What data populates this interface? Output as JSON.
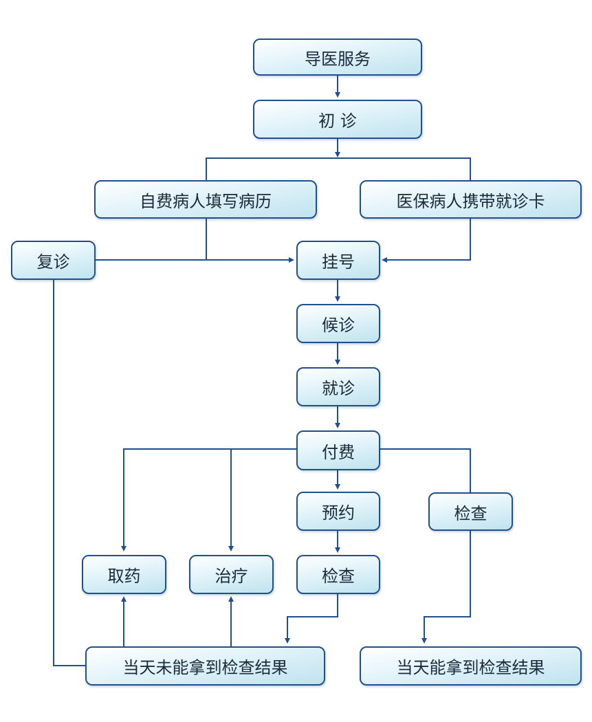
{
  "diagram": {
    "colors": {
      "line": "#1f4f8f",
      "box_border": "#1f4f8f",
      "text": "#1b2a3a"
    },
    "nodes": {
      "guide_service": "导医服务",
      "first_visit": "初 诊",
      "self_pay_patient": "自费病人填写病历",
      "insured_patient": "医保病人携带就诊卡",
      "return_visit": "复诊",
      "registration": "挂号",
      "waiting": "候诊",
      "consultation": "就诊",
      "payment": "付费",
      "appointment": "预约",
      "exam_right": "检查",
      "get_medicine": "取药",
      "treatment": "治疗",
      "exam_center": "检查",
      "results_not_same_day": "当天未能拿到检查结果",
      "results_same_day": "当天能拿到检查结果"
    }
  }
}
